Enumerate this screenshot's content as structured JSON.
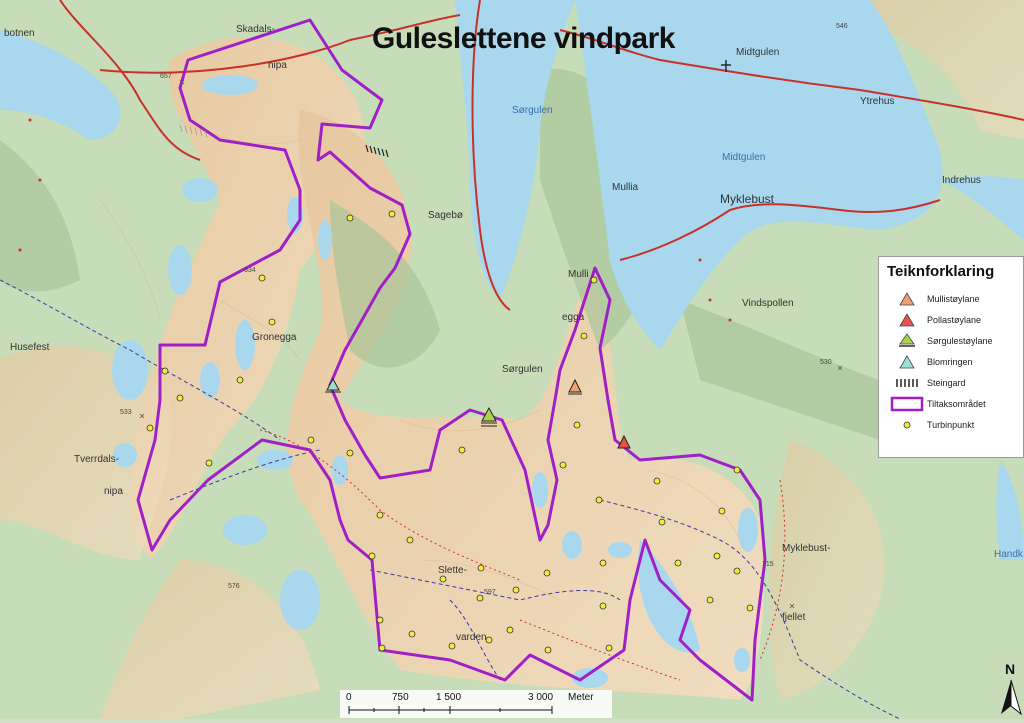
{
  "title": "Guleslettene vindpark",
  "legend": {
    "title": "Teiknforklaring",
    "items": [
      {
        "label": "Mullistøylane",
        "symbol": "triangle",
        "color": "#f0a070"
      },
      {
        "label": "Pollastøylane",
        "symbol": "triangle",
        "color": "#e8504a"
      },
      {
        "label": "Sørgulestøylane",
        "symbol": "triangle",
        "color": "#a8d84a"
      },
      {
        "label": "Blomringen",
        "symbol": "triangle",
        "color": "#9ee0d6"
      },
      {
        "label": "Steingard",
        "symbol": "wall",
        "color": "#222222"
      },
      {
        "label": "Tiltaksområdet",
        "symbol": "polygon",
        "color": "#a020c8"
      },
      {
        "label": "Turbinpunkt",
        "symbol": "point",
        "color": "#f3ea40"
      }
    ]
  },
  "places": [
    {
      "name": "botnen"
    },
    {
      "name": "Skadals-"
    },
    {
      "name": "nipa"
    },
    {
      "name": "Sørgulen"
    },
    {
      "name": "Midtgulen"
    },
    {
      "name": "Ytrehus"
    },
    {
      "name": "Midtgulen",
      "water": true
    },
    {
      "name": "Mullia"
    },
    {
      "name": "Myklebust"
    },
    {
      "name": "Indrehus"
    },
    {
      "name": "Sagebø"
    },
    {
      "name": "Gronegga"
    },
    {
      "name": "Mulli"
    },
    {
      "name": "egga"
    },
    {
      "name": "Vindspollen"
    },
    {
      "name": "Husefest"
    },
    {
      "name": "Sørgulen"
    },
    {
      "name": "Tverrdals-"
    },
    {
      "name": "nipa"
    },
    {
      "name": "Slette-"
    },
    {
      "name": "varden"
    },
    {
      "name": "Myklebust-"
    },
    {
      "name": "fjellet"
    },
    {
      "name": "Handk"
    }
  ],
  "elevations": [
    "657",
    "634",
    "533",
    "576",
    "597",
    "715",
    "530",
    "546"
  ],
  "scalebar": {
    "labels": [
      "0",
      "750",
      "1 500",
      "3 000"
    ],
    "unit": "Meter"
  },
  "north": "N",
  "colors": {
    "boundary": "#a020c8",
    "water": "#a9d8ee",
    "terrain": "#efd3b0",
    "forest": "#c6ddb6",
    "road": "#c8302a"
  }
}
